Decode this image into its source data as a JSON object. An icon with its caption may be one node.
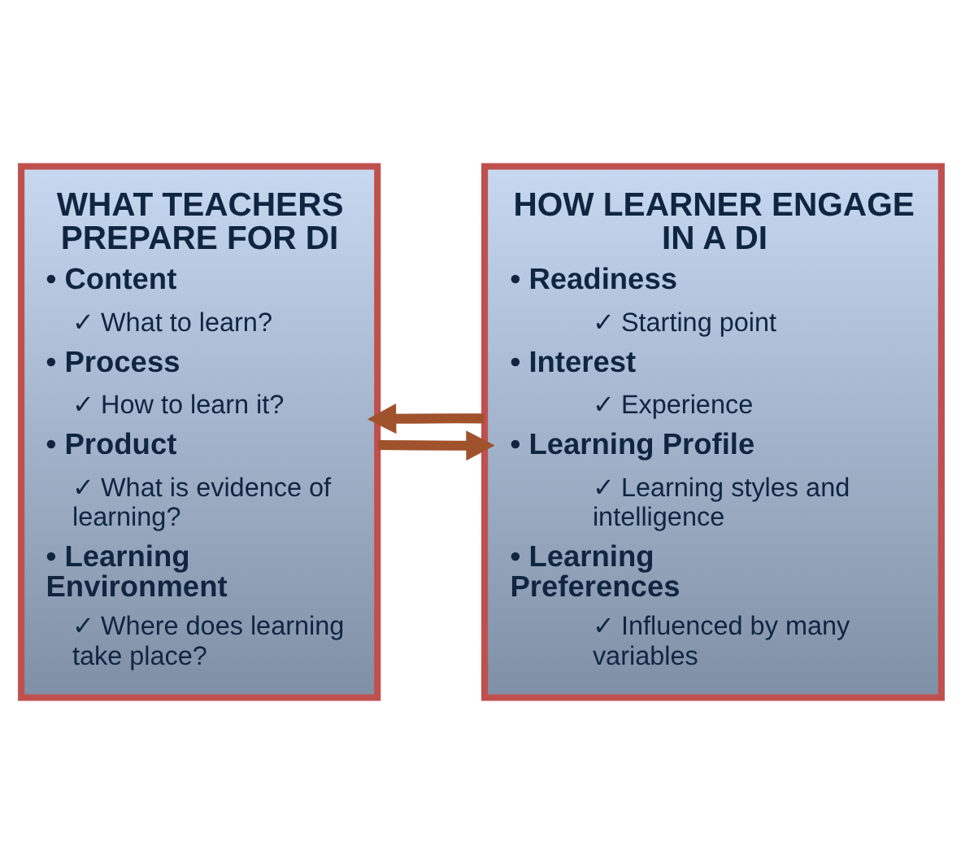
{
  "diagram": {
    "nodes": [
      {
        "text": [
          "WHAT TEACHERS PREPARE FOR DI",
          "• Content",
          "✓ What to learn?",
          "• Process",
          "✓ How to learn it?",
          "• Product",
          "✓ What is evidence of learning?",
          "• Learning Environment",
          "✓ Where does learning take place?"
        ]
      },
      {
        "text": [
          "HOW LEARNER ENGAGE IN A DI",
          "• Readiness",
          "✓ Starting point",
          "• Interest",
          "✓ Experience",
          "• Learning Profile",
          "✓ Learning styles and intelligence",
          "• Learning Preferences",
          "✓ Influenced by many variables"
        ]
      }
    ],
    "edges": [
      {
        "from": 0,
        "to": 1,
        "arrow": "to"
      },
      {
        "from": 1,
        "to": 0,
        "arrow": "to"
      }
    ]
  }
}
